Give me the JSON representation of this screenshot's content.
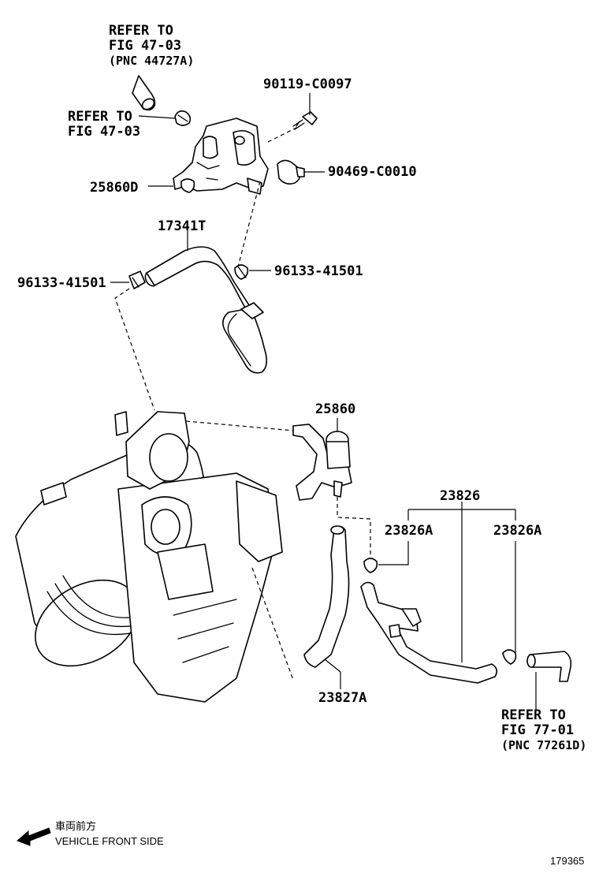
{
  "labels": {
    "refer_top_1": "REFER TO",
    "refer_top_2": "FIG 47-03",
    "refer_top_3": "(PNC 44727A)",
    "refer_mid_1": "REFER TO",
    "refer_mid_2": "FIG 47-03",
    "bolt": "90119-C0097",
    "clip_right": "90469-C0010",
    "vsv_top": "25860D",
    "hose_top": "17341T",
    "clamp_left": "96133-41501",
    "clamp_right": "96133-41501",
    "vsv_bottom": "25860",
    "hose_set": "23826",
    "clamp_a_left": "23826A",
    "clamp_a_right": "23826A",
    "hose_bottom": "23827A",
    "refer_bot_1": "REFER TO",
    "refer_bot_2": "FIG 77-01",
    "refer_bot_3": "(PNC 77261D)"
  },
  "direction": {
    "jp_text": "車両前方",
    "en_text": "VEHICLE FRONT SIDE",
    "icon": "arrow-left-down-icon"
  },
  "figure_id": "179365"
}
